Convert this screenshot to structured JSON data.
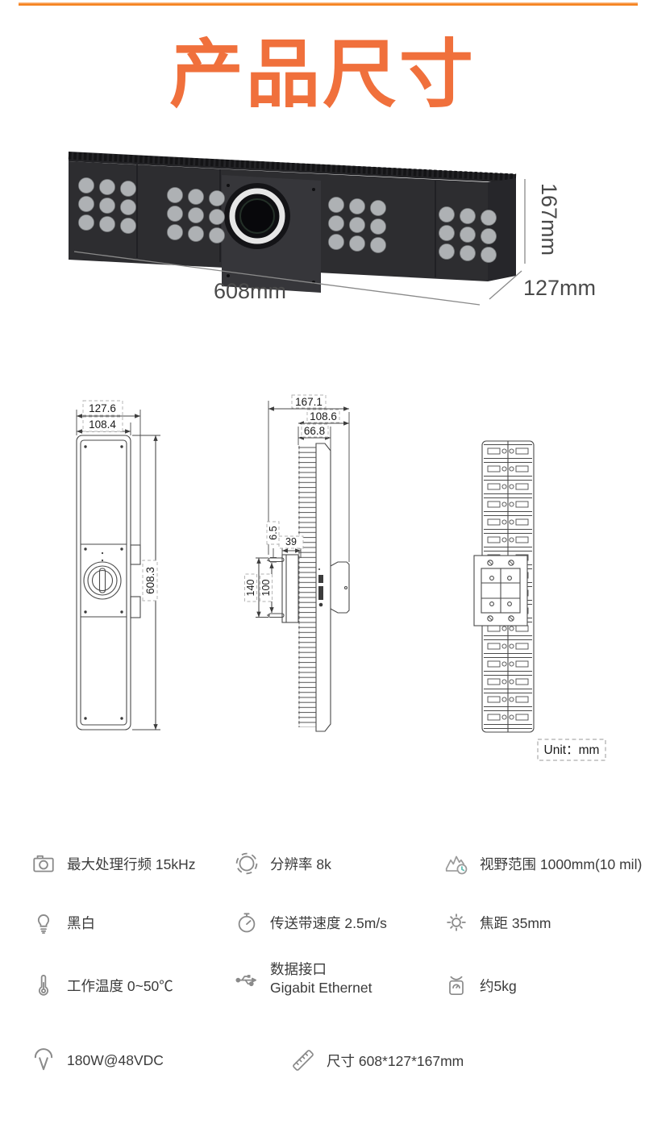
{
  "colors": {
    "accent": "#F0703C",
    "top_line": "#F58321",
    "teal": "#5FBDB2",
    "icon_gray": "#8A8A8A"
  },
  "header": {
    "title": "产品尺寸"
  },
  "photo": {
    "length_label": "608mm",
    "depth_label": "127mm",
    "height_label": "167mm"
  },
  "drawing": {
    "unit_label": "Unit：mm",
    "front": {
      "width_outer": "127.6",
      "width_inner": "108.4",
      "height": "608.3"
    },
    "side": {
      "depth_total": "167.1",
      "depth_mid": "108.6",
      "depth_body": "66.8",
      "pin_offset": "6.5",
      "bracket_width": "39",
      "span_outer": "140",
      "span_inner": "100"
    }
  },
  "specs": [
    {
      "icon": "camera-icon",
      "label": "最大处理行频 15kHz"
    },
    {
      "icon": "aperture-icon",
      "label": "分辨率 8k"
    },
    {
      "icon": "field-of-view-icon",
      "label": "视野范围 1000mm(10 mil)"
    },
    {
      "icon": "bulb-icon",
      "label": "黑白"
    },
    {
      "icon": "stopwatch-icon",
      "label": "传送带速度 2.5m/s"
    },
    {
      "icon": "sun-icon",
      "label": "焦距  35mm"
    },
    {
      "icon": "thermometer-icon",
      "label": "工作温度 0~50℃"
    },
    {
      "icon": "usb-icon",
      "label": "数据接口",
      "label2": "Gigabit Ethernet"
    },
    {
      "icon": "scale-icon",
      "label": "约5kg"
    },
    {
      "icon": "voltage-icon",
      "label": "180W@48VDC"
    },
    {
      "icon": "ruler-icon",
      "label": "尺寸  608*127*167mm"
    }
  ]
}
